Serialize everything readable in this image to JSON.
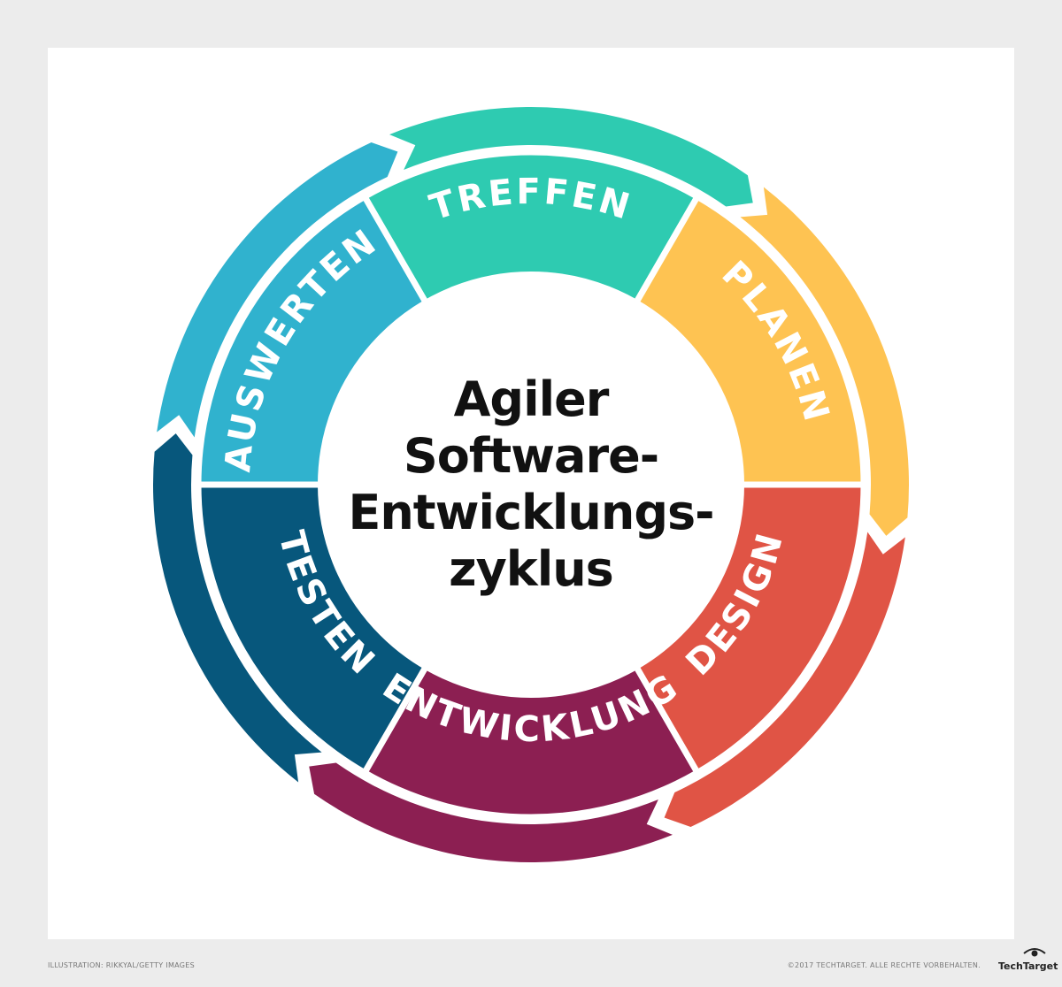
{
  "diagram": {
    "title_lines": [
      "Agiler",
      "Software-",
      "Entwicklungs-",
      "zyklus"
    ],
    "segments": [
      {
        "label": "TREFFEN",
        "color": "#2ecbb1",
        "outer_color": "#2ecbb1"
      },
      {
        "label": "PLANEN",
        "color": "#fec352",
        "outer_color": "#fec352"
      },
      {
        "label": "DESIGN",
        "color": "#e05445",
        "outer_color": "#e05445"
      },
      {
        "label": "ENTWICKLUNG",
        "color": "#8c1f52",
        "outer_color": "#8c1f52"
      },
      {
        "label": "TESTEN",
        "color": "#07577c",
        "outer_color": "#07577c"
      },
      {
        "label": "AUSWERTEN",
        "color": "#30b2ce",
        "outer_color": "#30b2ce"
      }
    ]
  },
  "footer": {
    "credit_left": "ILLUSTRATION: RIKKYAL/GETTY IMAGES",
    "credit_right": "©2017 TECHTARGET. ALLE RECHTE VORBEHALTEN.",
    "logo_text": "TechTarget"
  }
}
